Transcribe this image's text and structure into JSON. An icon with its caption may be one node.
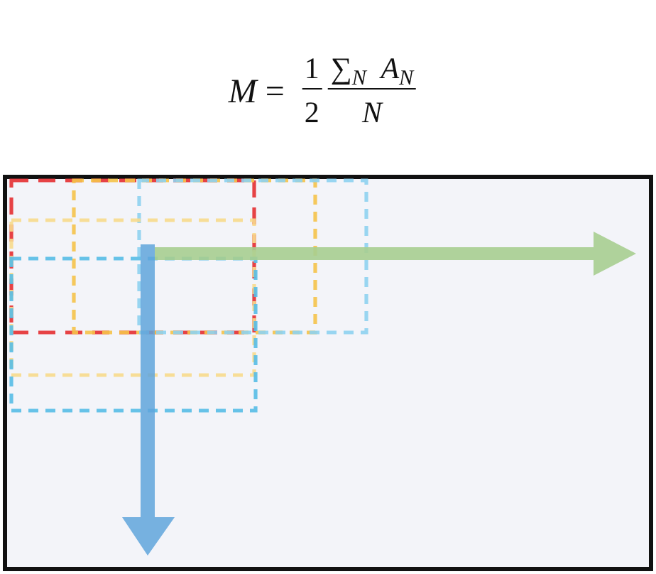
{
  "diagram": {
    "labels": [
      "*M* =",
      "1",
      "2",
      "∑$_{N}$ *A*$_{N}$",
      "N"
    ]
  }
}
